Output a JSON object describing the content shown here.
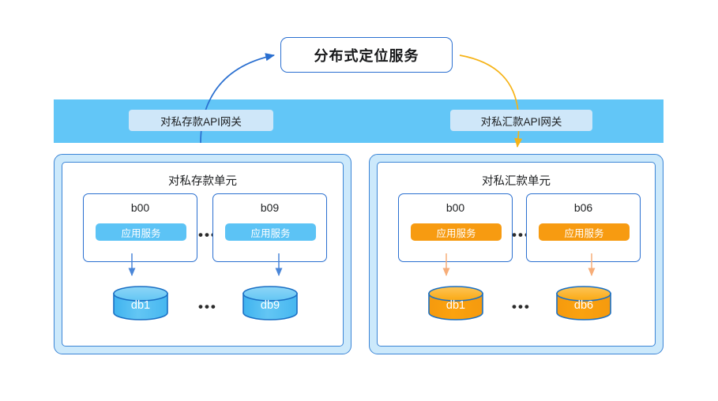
{
  "diagram": {
    "root": {
      "label": "分布式定位服务",
      "border_color": "#2a6fd0"
    },
    "gateway_band": {
      "color": "#62c6f7",
      "pill_color": "#cfe7f9",
      "pills": [
        {
          "label": "对私存款API网关"
        },
        {
          "label": "对私汇款API网关"
        }
      ]
    },
    "units": [
      {
        "title": "对私存款单元",
        "accent": "#5cc3f5",
        "panel_fill": "#cce9fb",
        "panel_border": "#3b85d6",
        "ellipsis": "•••",
        "cells": [
          {
            "title": "b00",
            "service_label": "应用服务"
          },
          {
            "title": "b09",
            "service_label": "应用服务"
          }
        ],
        "databases": [
          {
            "label": "db1"
          },
          {
            "label": "db9"
          }
        ]
      },
      {
        "title": "对私汇款单元",
        "accent": "#f79b11",
        "panel_fill": "#cce9fb",
        "panel_border": "#3b85d6",
        "ellipsis": "•••",
        "cells": [
          {
            "title": "b00",
            "service_label": "应用服务"
          },
          {
            "title": "b06",
            "service_label": "应用服务"
          }
        ],
        "databases": [
          {
            "label": "db1"
          },
          {
            "label": "db6"
          }
        ]
      }
    ],
    "connectors": [
      {
        "name": "deposit-gateway-to-root",
        "color": "#2a6fd0",
        "direction": "up"
      },
      {
        "name": "root-to-remittance-unit",
        "color": "#f6b317",
        "direction": "down"
      }
    ]
  }
}
